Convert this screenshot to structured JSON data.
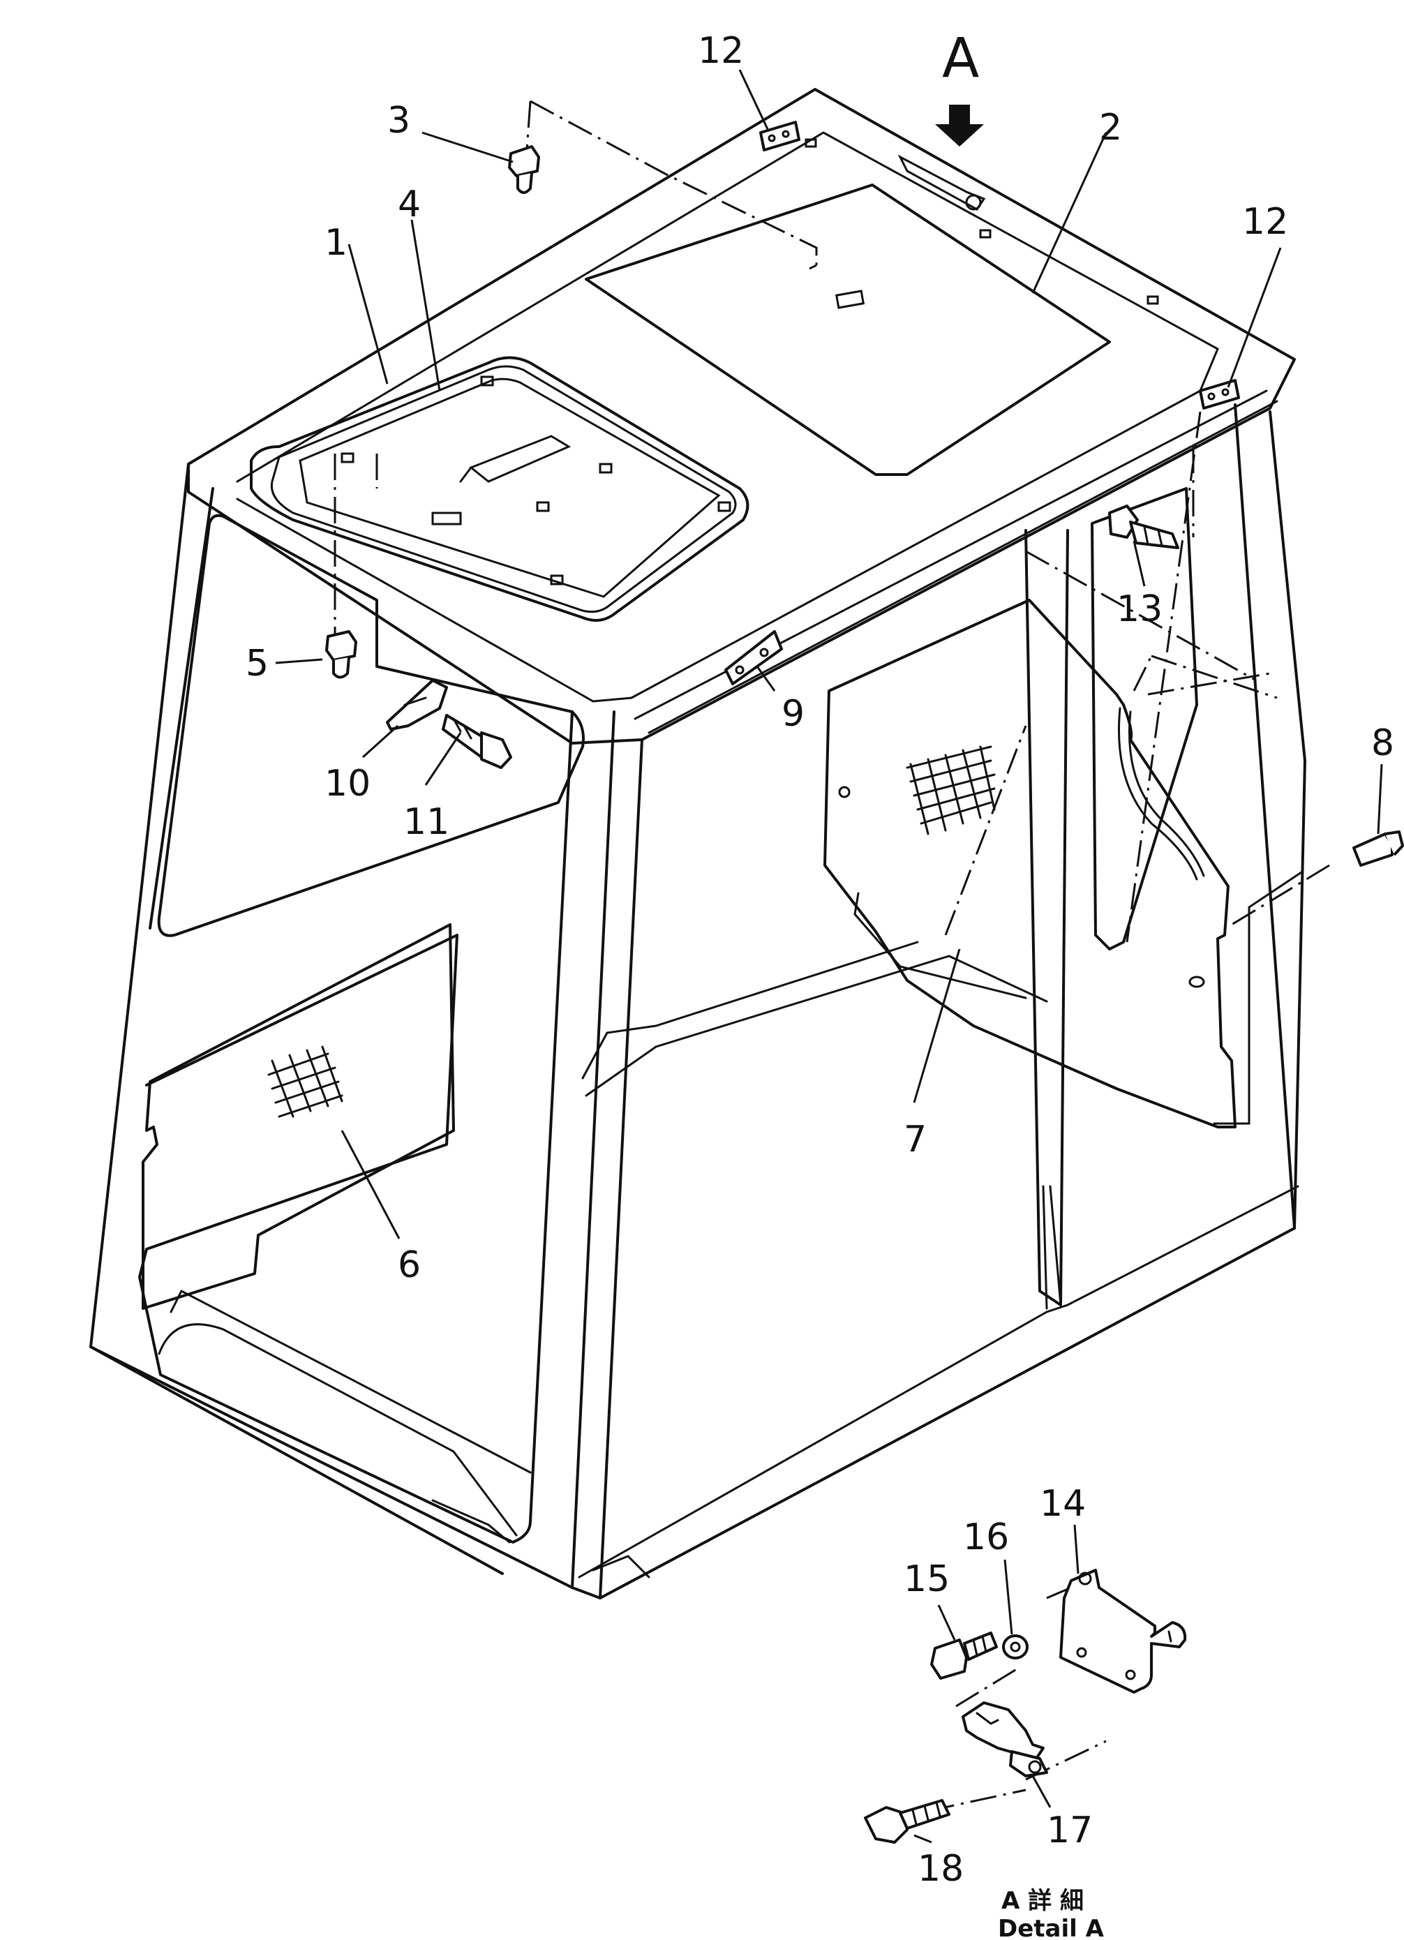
{
  "callouts": [
    {
      "id": "1",
      "label": "1"
    },
    {
      "id": "2",
      "label": "2"
    },
    {
      "id": "3",
      "label": "3"
    },
    {
      "id": "4",
      "label": "4"
    },
    {
      "id": "5",
      "label": "5"
    },
    {
      "id": "6",
      "label": "6"
    },
    {
      "id": "7",
      "label": "7"
    },
    {
      "id": "8",
      "label": "8"
    },
    {
      "id": "9",
      "label": "9"
    },
    {
      "id": "10",
      "label": "10"
    },
    {
      "id": "11",
      "label": "11"
    },
    {
      "id": "12a",
      "label": "12"
    },
    {
      "id": "12b",
      "label": "12"
    },
    {
      "id": "13",
      "label": "13"
    },
    {
      "id": "14",
      "label": "14"
    },
    {
      "id": "15",
      "label": "15"
    },
    {
      "id": "16",
      "label": "16"
    },
    {
      "id": "17",
      "label": "17"
    },
    {
      "id": "18",
      "label": "18"
    }
  ],
  "view_marker": "A",
  "detail_caption": {
    "jp": "A 詳 細",
    "en": "Detail A"
  }
}
